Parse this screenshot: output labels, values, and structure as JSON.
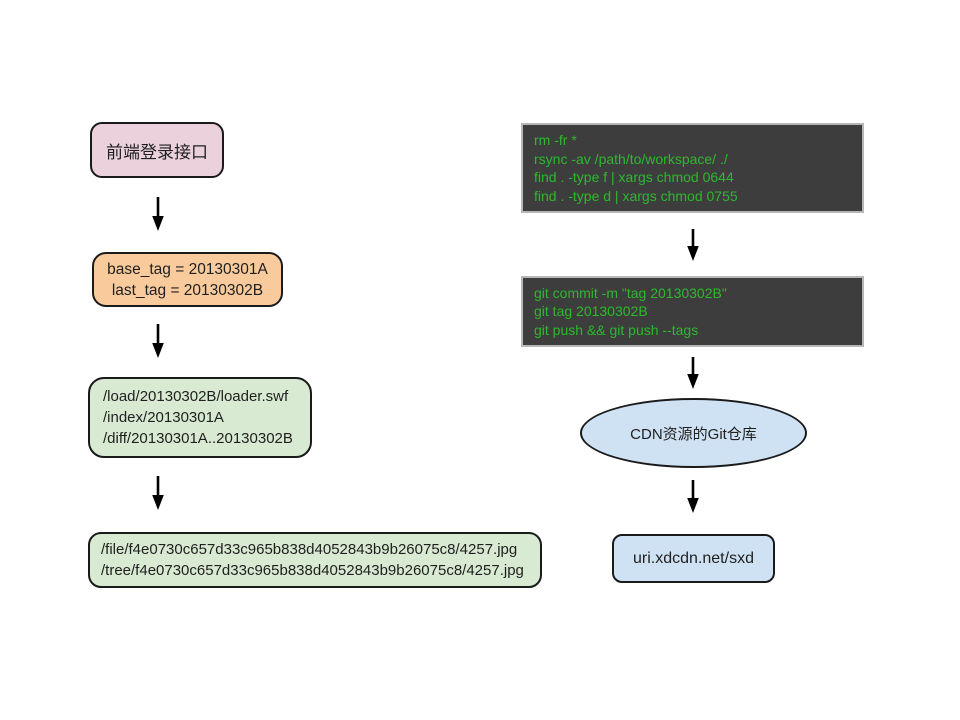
{
  "diagram": {
    "left_flow": {
      "frontend_box": {
        "label": "前端登录接口"
      },
      "tags_box": {
        "lines": [
          "base_tag = 20130301A",
          "last_tag = 20130302B"
        ]
      },
      "paths_box": {
        "lines": [
          "/load/20130302B/loader.swf",
          "/index/20130301A",
          "/diff/20130301A..20130302B"
        ]
      },
      "files_box": {
        "lines": [
          "/file/f4e0730c657d33c965b838d4052843b9b26075c8/4257.jpg",
          "/tree/f4e0730c657d33c965b838d4052843b9b26075c8/4257.jpg"
        ]
      }
    },
    "right_flow": {
      "terminal_sync": {
        "lines": [
          "rm -fr *",
          "rsync -av /path/to/workspace/ ./",
          "find . -type f | xargs chmod 0644",
          "find . -type d | xargs chmod 0755"
        ]
      },
      "terminal_git": {
        "lines": [
          "git commit -m \"tag 20130302B\"",
          "git tag 20130302B",
          "git push && git push --tags"
        ]
      },
      "repo_ellipse": {
        "label": "CDN资源的Git仓库"
      },
      "uri_box": {
        "label": "uri.xdcdn.net/sxd"
      }
    },
    "colors": {
      "frontend_fill": "#ead1dc",
      "tags_fill": "#f9cb9c",
      "paths_fill": "#d9ead3",
      "blue_fill": "#cfe2f3",
      "terminal_bg": "#3d3d3d",
      "terminal_border": "#b7b7b7",
      "terminal_text": "#2eb82e",
      "node_border": "#1a1a1a",
      "arrow_color": "#000000"
    }
  }
}
